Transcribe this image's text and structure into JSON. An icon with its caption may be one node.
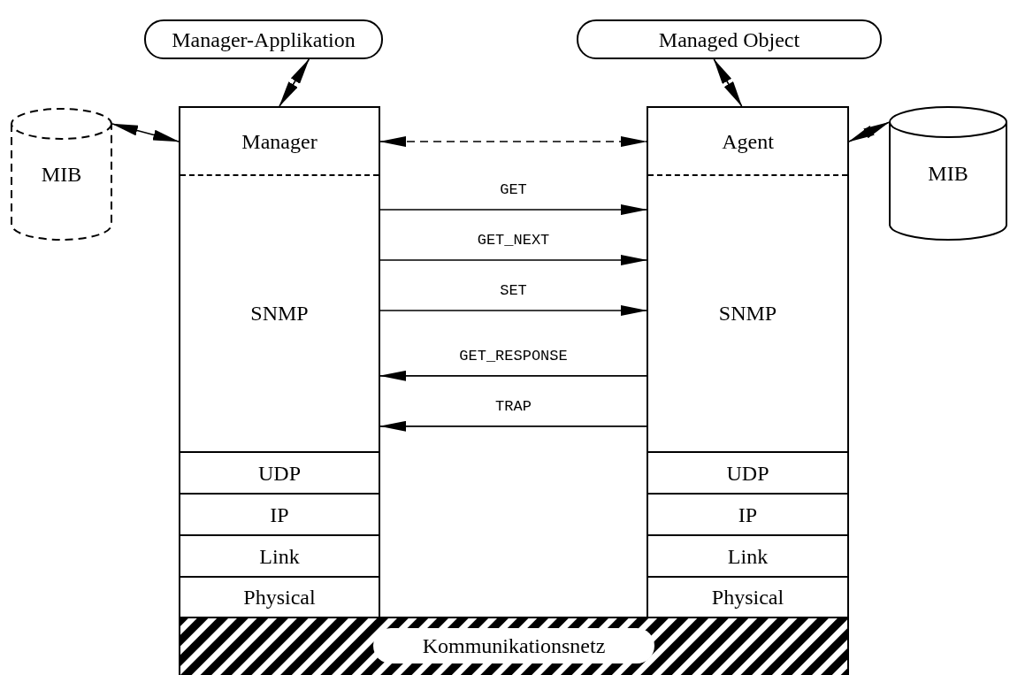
{
  "diagram": {
    "nodes": [
      {
        "text": [
          "Manager-Applikation"
        ]
      },
      {
        "text": [
          "Managed Object"
        ]
      },
      {
        "text": [
          "MIB"
        ]
      },
      {
        "text": [
          "Manager"
        ]
      },
      {
        "text": [
          "SNMP"
        ]
      },
      {
        "text": [
          "UDP"
        ]
      },
      {
        "text": [
          "IP"
        ]
      },
      {
        "text": [
          "Link"
        ]
      },
      {
        "text": [
          "Physical"
        ]
      },
      {
        "text": [
          "Agent"
        ]
      },
      {
        "text": [
          "SNMP"
        ]
      },
      {
        "text": [
          "UDP"
        ]
      },
      {
        "text": [
          "IP"
        ]
      },
      {
        "text": [
          "Link"
        ]
      },
      {
        "text": [
          "Physical"
        ]
      },
      {
        "text": [
          "MIB"
        ]
      },
      {
        "text": [
          "Kommunikationsnetz"
        ]
      }
    ],
    "edges": [
      {
        "from": 0,
        "to": 3,
        "arrow": "both"
      },
      {
        "from": 1,
        "to": 9,
        "arrow": "both"
      },
      {
        "from": 2,
        "to": 3,
        "arrow": "both"
      },
      {
        "from": 15,
        "to": 9,
        "arrow": "both"
      },
      {
        "from": 3,
        "to": 9,
        "arrow": "both",
        "style": "dashed"
      },
      {
        "from": 4,
        "to": 10,
        "arrow": "to",
        "label": "GET"
      },
      {
        "from": 4,
        "to": 10,
        "arrow": "to",
        "label": "GET_NEXT"
      },
      {
        "from": 4,
        "to": 10,
        "arrow": "to",
        "label": "SET"
      },
      {
        "from": 10,
        "to": 4,
        "arrow": "to",
        "label": "GET_RESPONSE"
      },
      {
        "from": 10,
        "to": 4,
        "arrow": "to",
        "label": "TRAP"
      }
    ]
  }
}
